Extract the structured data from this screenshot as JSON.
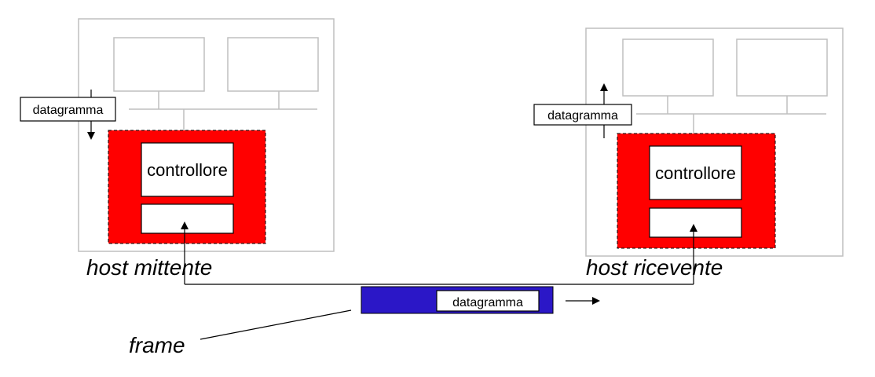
{
  "colors": {
    "host_border": "#bfbfbf",
    "nic_fill": "#ff0000",
    "frame_fill": "#2b17c7",
    "line": "#000000"
  },
  "sender": {
    "caption": "host mittente",
    "controller_label": "controllore",
    "datagram_label": "datagramma",
    "arrow_direction": "down"
  },
  "receiver": {
    "caption": "host ricevente",
    "controller_label": "controllore",
    "datagram_label": "datagramma",
    "arrow_direction": "up"
  },
  "link": {
    "frame_caption": "frame",
    "frame_payload_label": "datagramma"
  }
}
